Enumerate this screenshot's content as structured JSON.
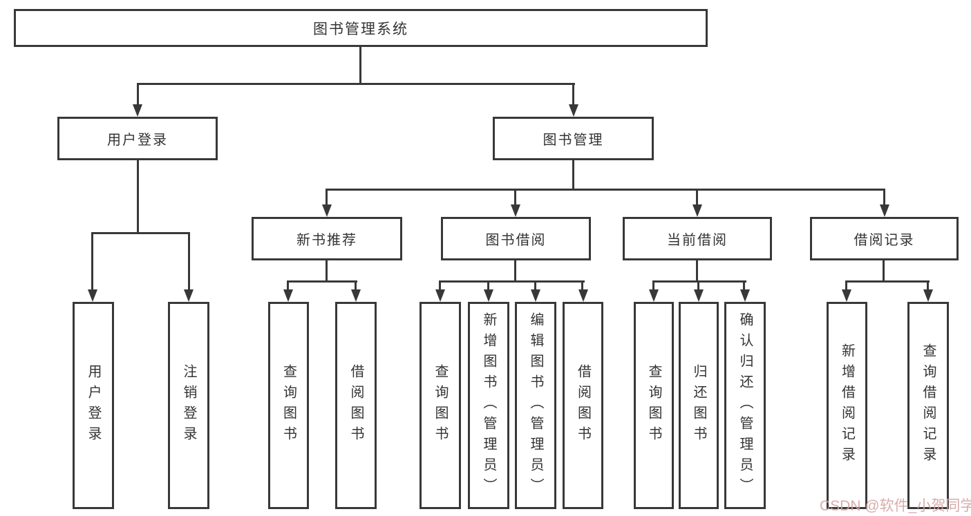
{
  "diagram": {
    "root_label": "图书管理系统",
    "branches": [
      {
        "label": "用户登录",
        "children": [
          {
            "label": "用户登录"
          },
          {
            "label": "注销登录"
          }
        ]
      },
      {
        "label": "图书管理",
        "children": [
          {
            "label": "新书推荐",
            "children": [
              {
                "label": "查询图书"
              },
              {
                "label": "借阅图书"
              }
            ]
          },
          {
            "label": "图书借阅",
            "children": [
              {
                "label": "查询图书"
              },
              {
                "label": "新增图书（管理员）"
              },
              {
                "label": "编辑图书（管理员）"
              },
              {
                "label": "借阅图书"
              }
            ]
          },
          {
            "label": "当前借阅",
            "children": [
              {
                "label": "查询图书"
              },
              {
                "label": "归还图书"
              },
              {
                "label": "确认归还（管理员）"
              }
            ]
          },
          {
            "label": "借阅记录",
            "children": [
              {
                "label": "新增借阅记录"
              },
              {
                "label": "查询借阅记录"
              }
            ]
          }
        ]
      }
    ],
    "line_color": "#383838",
    "text_color": "#333333"
  },
  "watermark": {
    "text": "CSDN @软件_小贺同学",
    "color": "#d5a3a3"
  }
}
